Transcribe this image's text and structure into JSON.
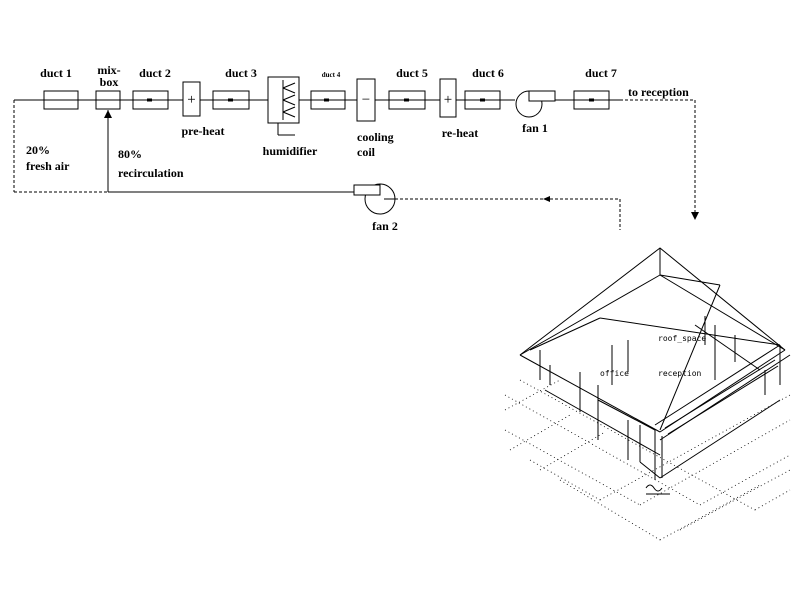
{
  "labels": {
    "duct1": "duct 1",
    "mixbox_line1": "mix-",
    "mixbox_line2": "box",
    "duct2": "duct 2",
    "duct3": "duct 3",
    "duct4": "duct 4",
    "duct5": "duct 5",
    "duct6": "duct 6",
    "duct7": "duct 7",
    "to_reception": "to reception",
    "preheat": "pre-heat",
    "humidifier": "humidifier",
    "cooling_line1": "cooling",
    "cooling_line2": "coil",
    "reheat": "re-heat",
    "fan1": "fan 1",
    "fan2": "fan 2",
    "fresh_pct": "20%",
    "fresh_air": "fresh air",
    "recirc_pct": "80%",
    "recirculation": "recirculation",
    "roof_space": "roof_space",
    "office": "office",
    "reception": "reception"
  },
  "symbols": {
    "preheat": "+",
    "reheat": "+",
    "cooling": "−"
  }
}
